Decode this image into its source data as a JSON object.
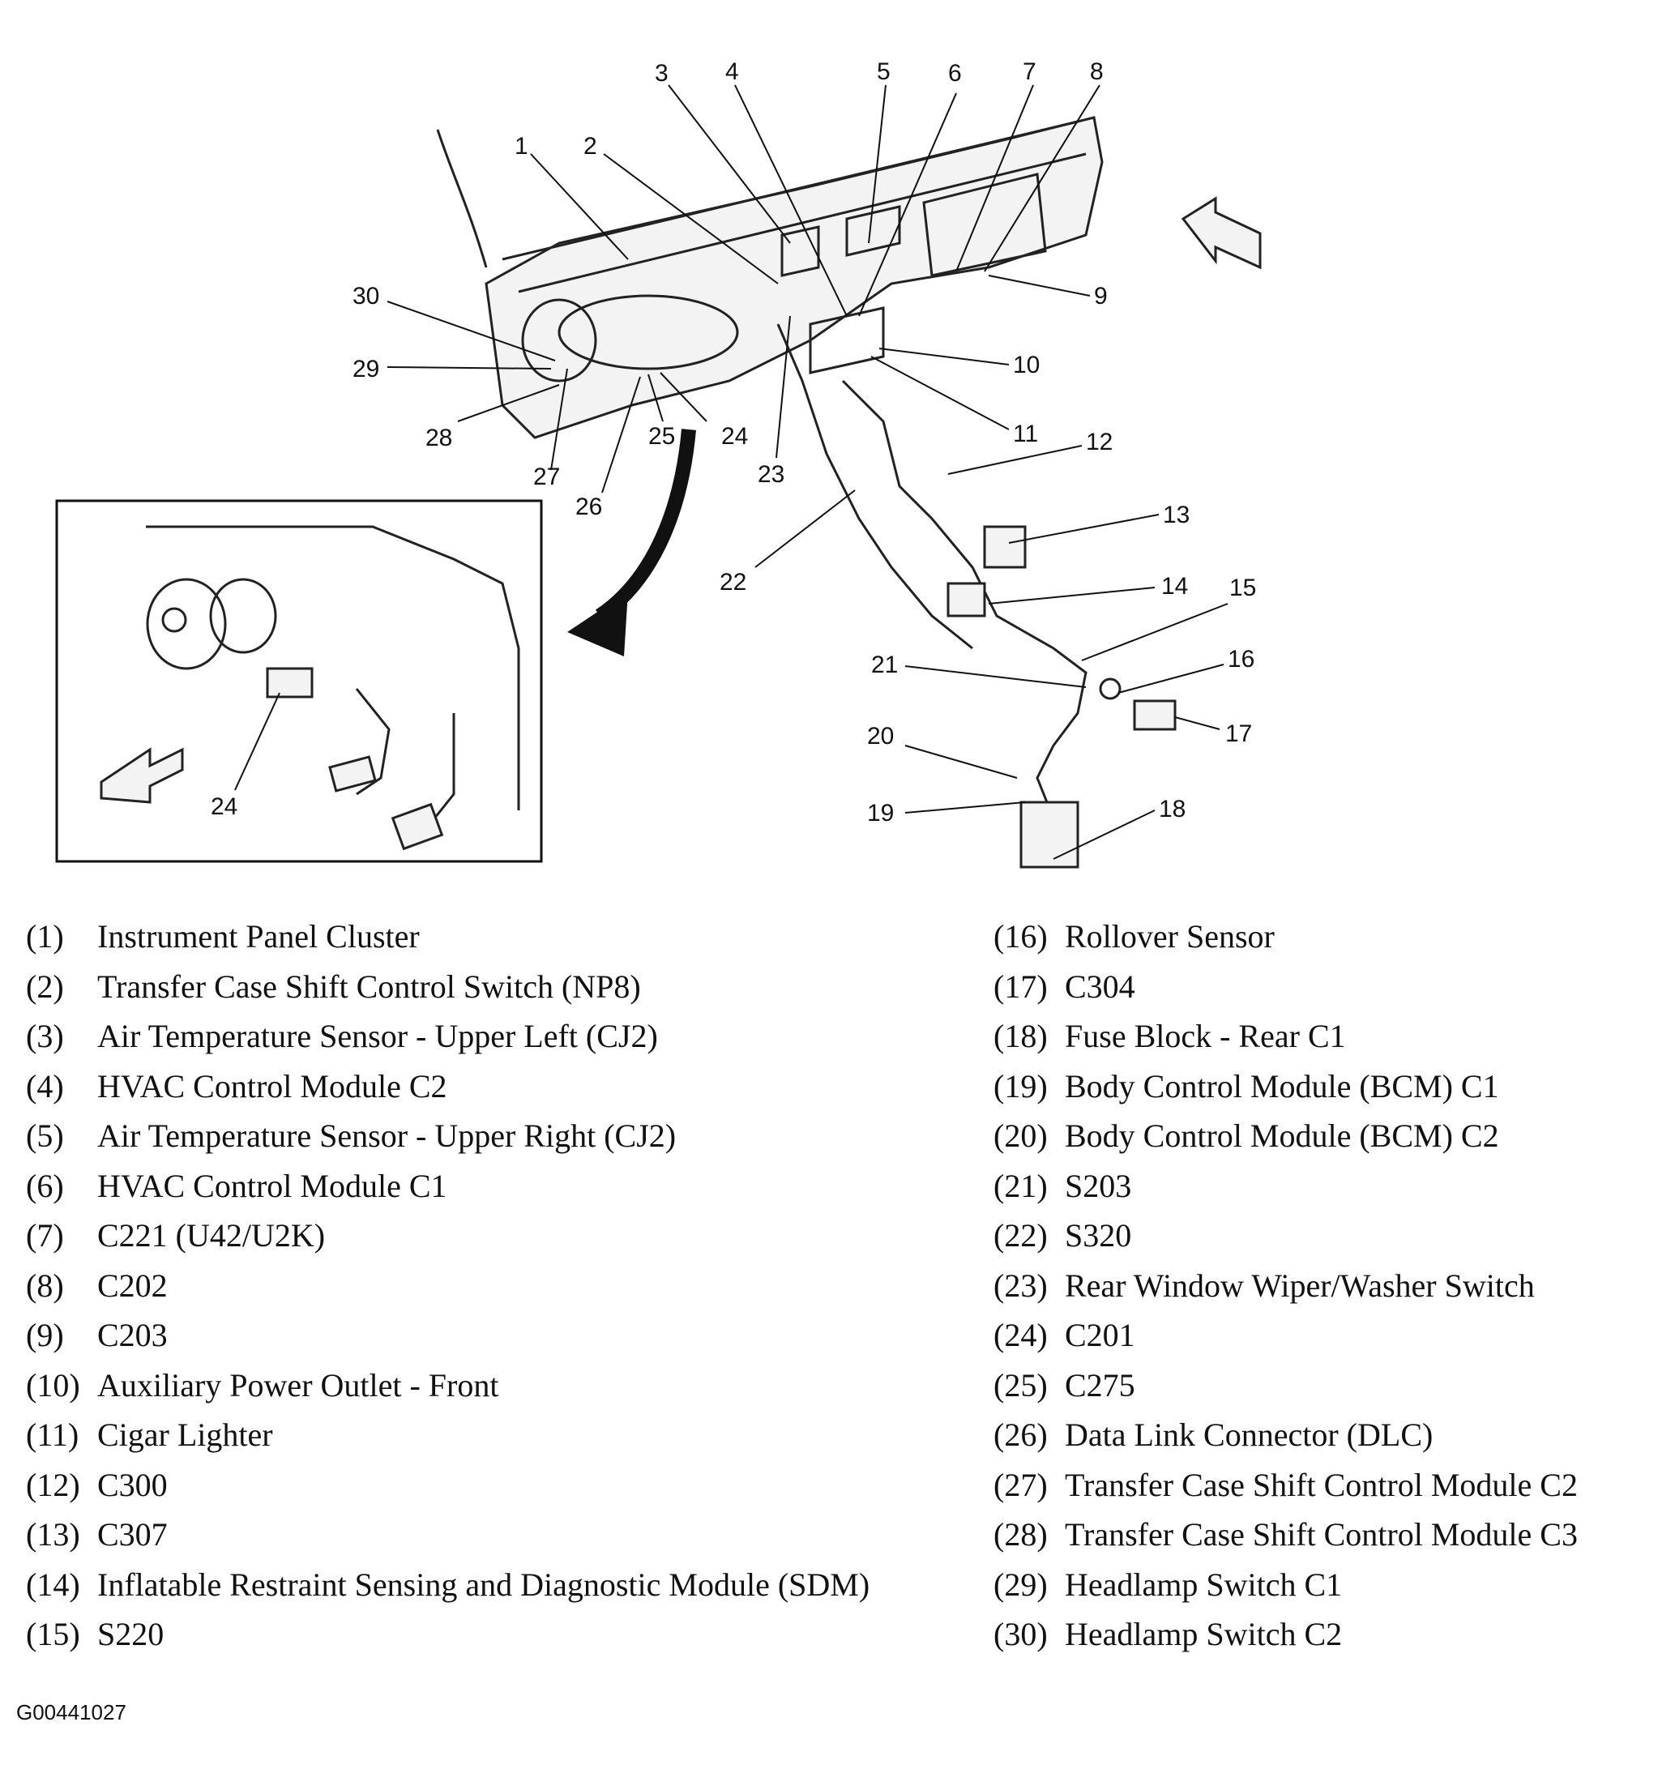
{
  "callouts": [
    "1",
    "2",
    "3",
    "4",
    "5",
    "6",
    "7",
    "8",
    "9",
    "10",
    "11",
    "12",
    "13",
    "14",
    "15",
    "16",
    "17",
    "18",
    "19",
    "20",
    "21",
    "22",
    "23",
    "24",
    "25",
    "26",
    "27",
    "28",
    "29",
    "30"
  ],
  "inset_callout": "24",
  "legend_left": [
    {
      "num": "(1)",
      "label": "Instrument Panel Cluster"
    },
    {
      "num": "(2)",
      "label": "Transfer Case Shift Control Switch (NP8)"
    },
    {
      "num": "(3)",
      "label": "Air Temperature Sensor - Upper Left (CJ2)"
    },
    {
      "num": "(4)",
      "label": "HVAC Control Module C2"
    },
    {
      "num": "(5)",
      "label": "Air Temperature Sensor - Upper Right (CJ2)"
    },
    {
      "num": "(6)",
      "label": "HVAC Control Module C1"
    },
    {
      "num": "(7)",
      "label": "C221 (U42/U2K)"
    },
    {
      "num": "(8)",
      "label": "C202"
    },
    {
      "num": "(9)",
      "label": "C203"
    },
    {
      "num": "(10)",
      "label": "Auxiliary Power Outlet - Front"
    },
    {
      "num": "(11)",
      "label": "Cigar Lighter"
    },
    {
      "num": "(12)",
      "label": "C300"
    },
    {
      "num": "(13)",
      "label": "C307"
    },
    {
      "num": "(14)",
      "label": "Inflatable Restraint Sensing and Diagnostic Module (SDM)"
    },
    {
      "num": "(15)",
      "label": "S220"
    }
  ],
  "legend_right": [
    {
      "num": "(16)",
      "label": "Rollover Sensor"
    },
    {
      "num": "(17)",
      "label": "C304"
    },
    {
      "num": "(18)",
      "label": "Fuse Block - Rear C1"
    },
    {
      "num": "(19)",
      "label": "Body Control Module (BCM) C1"
    },
    {
      "num": "(20)",
      "label": "Body Control Module (BCM) C2"
    },
    {
      "num": "(21)",
      "label": "S203"
    },
    {
      "num": "(22)",
      "label": "S320"
    },
    {
      "num": "(23)",
      "label": "Rear Window Wiper/Washer Switch"
    },
    {
      "num": "(24)",
      "label": "C201"
    },
    {
      "num": "(25)",
      "label": "C275"
    },
    {
      "num": "(26)",
      "label": "Data Link Connector (DLC)"
    },
    {
      "num": "(27)",
      "label": "Transfer Case Shift Control Module C2"
    },
    {
      "num": "(28)",
      "label": "Transfer Case Shift Control Module C3"
    },
    {
      "num": "(29)",
      "label": "Headlamp Switch C1"
    },
    {
      "num": "(30)",
      "label": "Headlamp Switch C2"
    }
  ],
  "figure_code": "G00441027"
}
